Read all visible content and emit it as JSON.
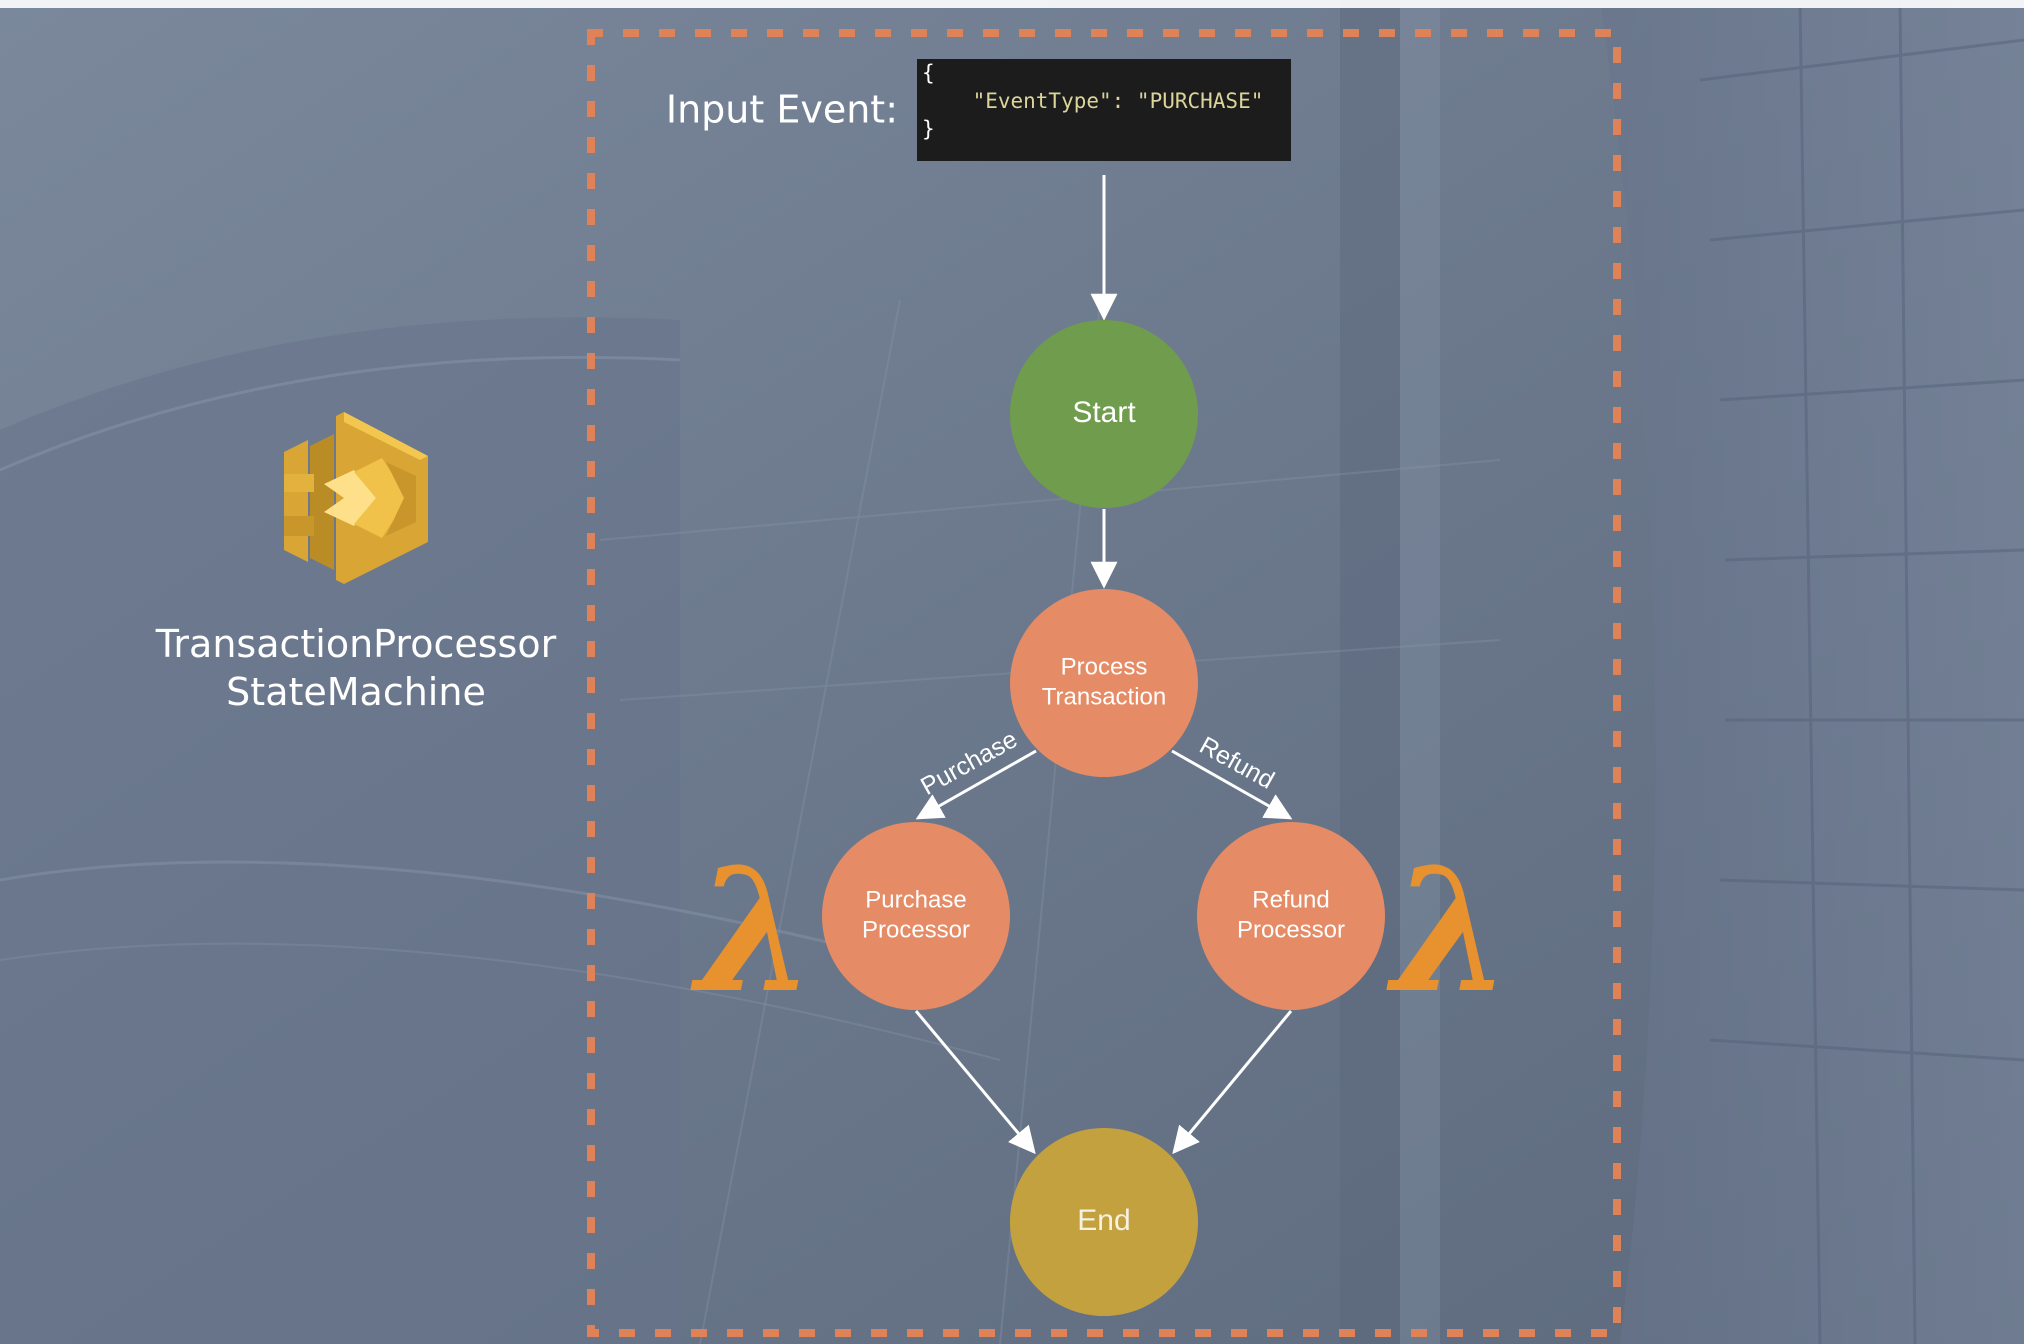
{
  "input_event": {
    "label": "Input Event:",
    "code_open": "{",
    "code_body": "    \"EventType\": \"PURCHASE\"",
    "code_close": "}"
  },
  "state_machine": {
    "line1": "TransactionProcessor",
    "line2": "StateMachine",
    "icon": "step-functions-icon"
  },
  "nodes": {
    "start": {
      "label": "Start",
      "color": "#6f9c4d"
    },
    "process": {
      "line1": "Process",
      "line2": "Transaction",
      "color": "#e58b66"
    },
    "purchase": {
      "line1": "Purchase",
      "line2": "Processor",
      "color": "#e58b66"
    },
    "refund": {
      "line1": "Refund",
      "line2": "Processor",
      "color": "#e58b66"
    },
    "end": {
      "label": "End",
      "color": "#c3a13f"
    }
  },
  "edges": {
    "purchase_label": "Purchase",
    "refund_label": "Refund"
  },
  "lambda": {
    "glyph": "λ",
    "color": "#e7912f",
    "icon": "lambda-icon"
  },
  "colors": {
    "dotted_border": "#e08258",
    "code_bg": "#1c1c1c",
    "code_key": "#dcd49a"
  }
}
